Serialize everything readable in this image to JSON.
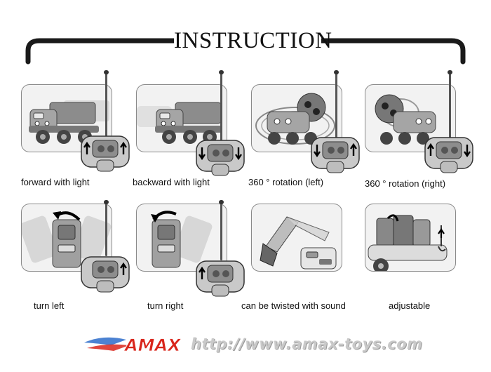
{
  "title": "INSTRUCTION",
  "instructions": [
    {
      "caption": "forward with light"
    },
    {
      "caption": "backward with light"
    },
    {
      "caption": "360 ° rotation (left)"
    },
    {
      "caption": "360 ° rotation (right)"
    },
    {
      "caption": "turn left"
    },
    {
      "caption": "turn right"
    },
    {
      "caption": "can be twisted with sound"
    },
    {
      "caption": "adjustable"
    }
  ],
  "footer": {
    "logo_text": "AMAX",
    "url": "http://www.amax-toys.com"
  },
  "colors": {
    "logo_red": "#d9261c",
    "logo_blue": "#1f63c7",
    "url_gray": "#c9c9c9",
    "bracket": "#1a1a1a"
  }
}
